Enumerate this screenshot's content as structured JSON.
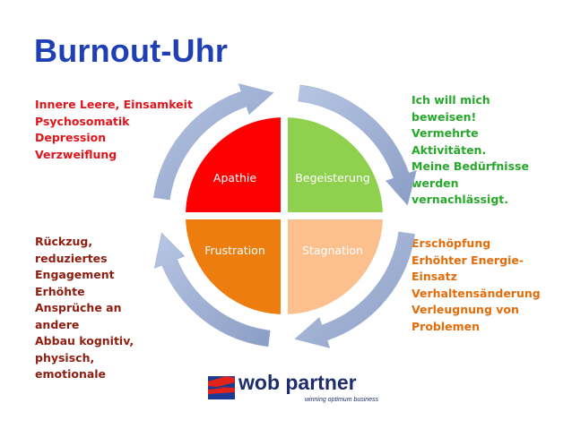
{
  "title": "Burnout-Uhr",
  "quadrants": [
    {
      "key": "tl",
      "label": "Apathie",
      "color": "#ff0000",
      "text_color": "#ffffff"
    },
    {
      "key": "tr",
      "label": "Begeisterung",
      "color": "#8fd14f",
      "text_color": "#ffffff"
    },
    {
      "key": "br",
      "label": "Stagnation",
      "color": "#fbc08e",
      "text_color": "#ffffff"
    },
    {
      "key": "bl",
      "label": "Frustration",
      "color": "#ed7d0f",
      "text_color": "#ffffff"
    }
  ],
  "cycle_arrow_color": "#9fb0d2",
  "notes": {
    "top_left": [
      "Innere Leere, Einsamkeit",
      "Psychosomatik",
      "Depression",
      "Verzweiflung"
    ],
    "top_right": [
      "Ich will mich",
      "beweisen!",
      "Vermehrte",
      "Aktivitäten.",
      "Meine Bedürfnisse",
      "werden",
      "vernachlässigt."
    ],
    "bottom_left": [
      "Rückzug,",
      "reduziertes",
      "Engagement",
      "Erhöhte",
      "Ansprüche an",
      "andere",
      "Abbau kognitiv,",
      "physisch,",
      "emotionale"
    ],
    "bottom_right": [
      "Erschöpfung",
      "Erhöhter Energie-",
      "Einsatz",
      "Verhaltensänderung",
      "Verleugnung von",
      "Problemen"
    ]
  },
  "logo": {
    "name": "wob partner",
    "slogan": "winning optimum business",
    "colors": {
      "red": "#e2231a",
      "blue": "#1f3a93"
    }
  }
}
